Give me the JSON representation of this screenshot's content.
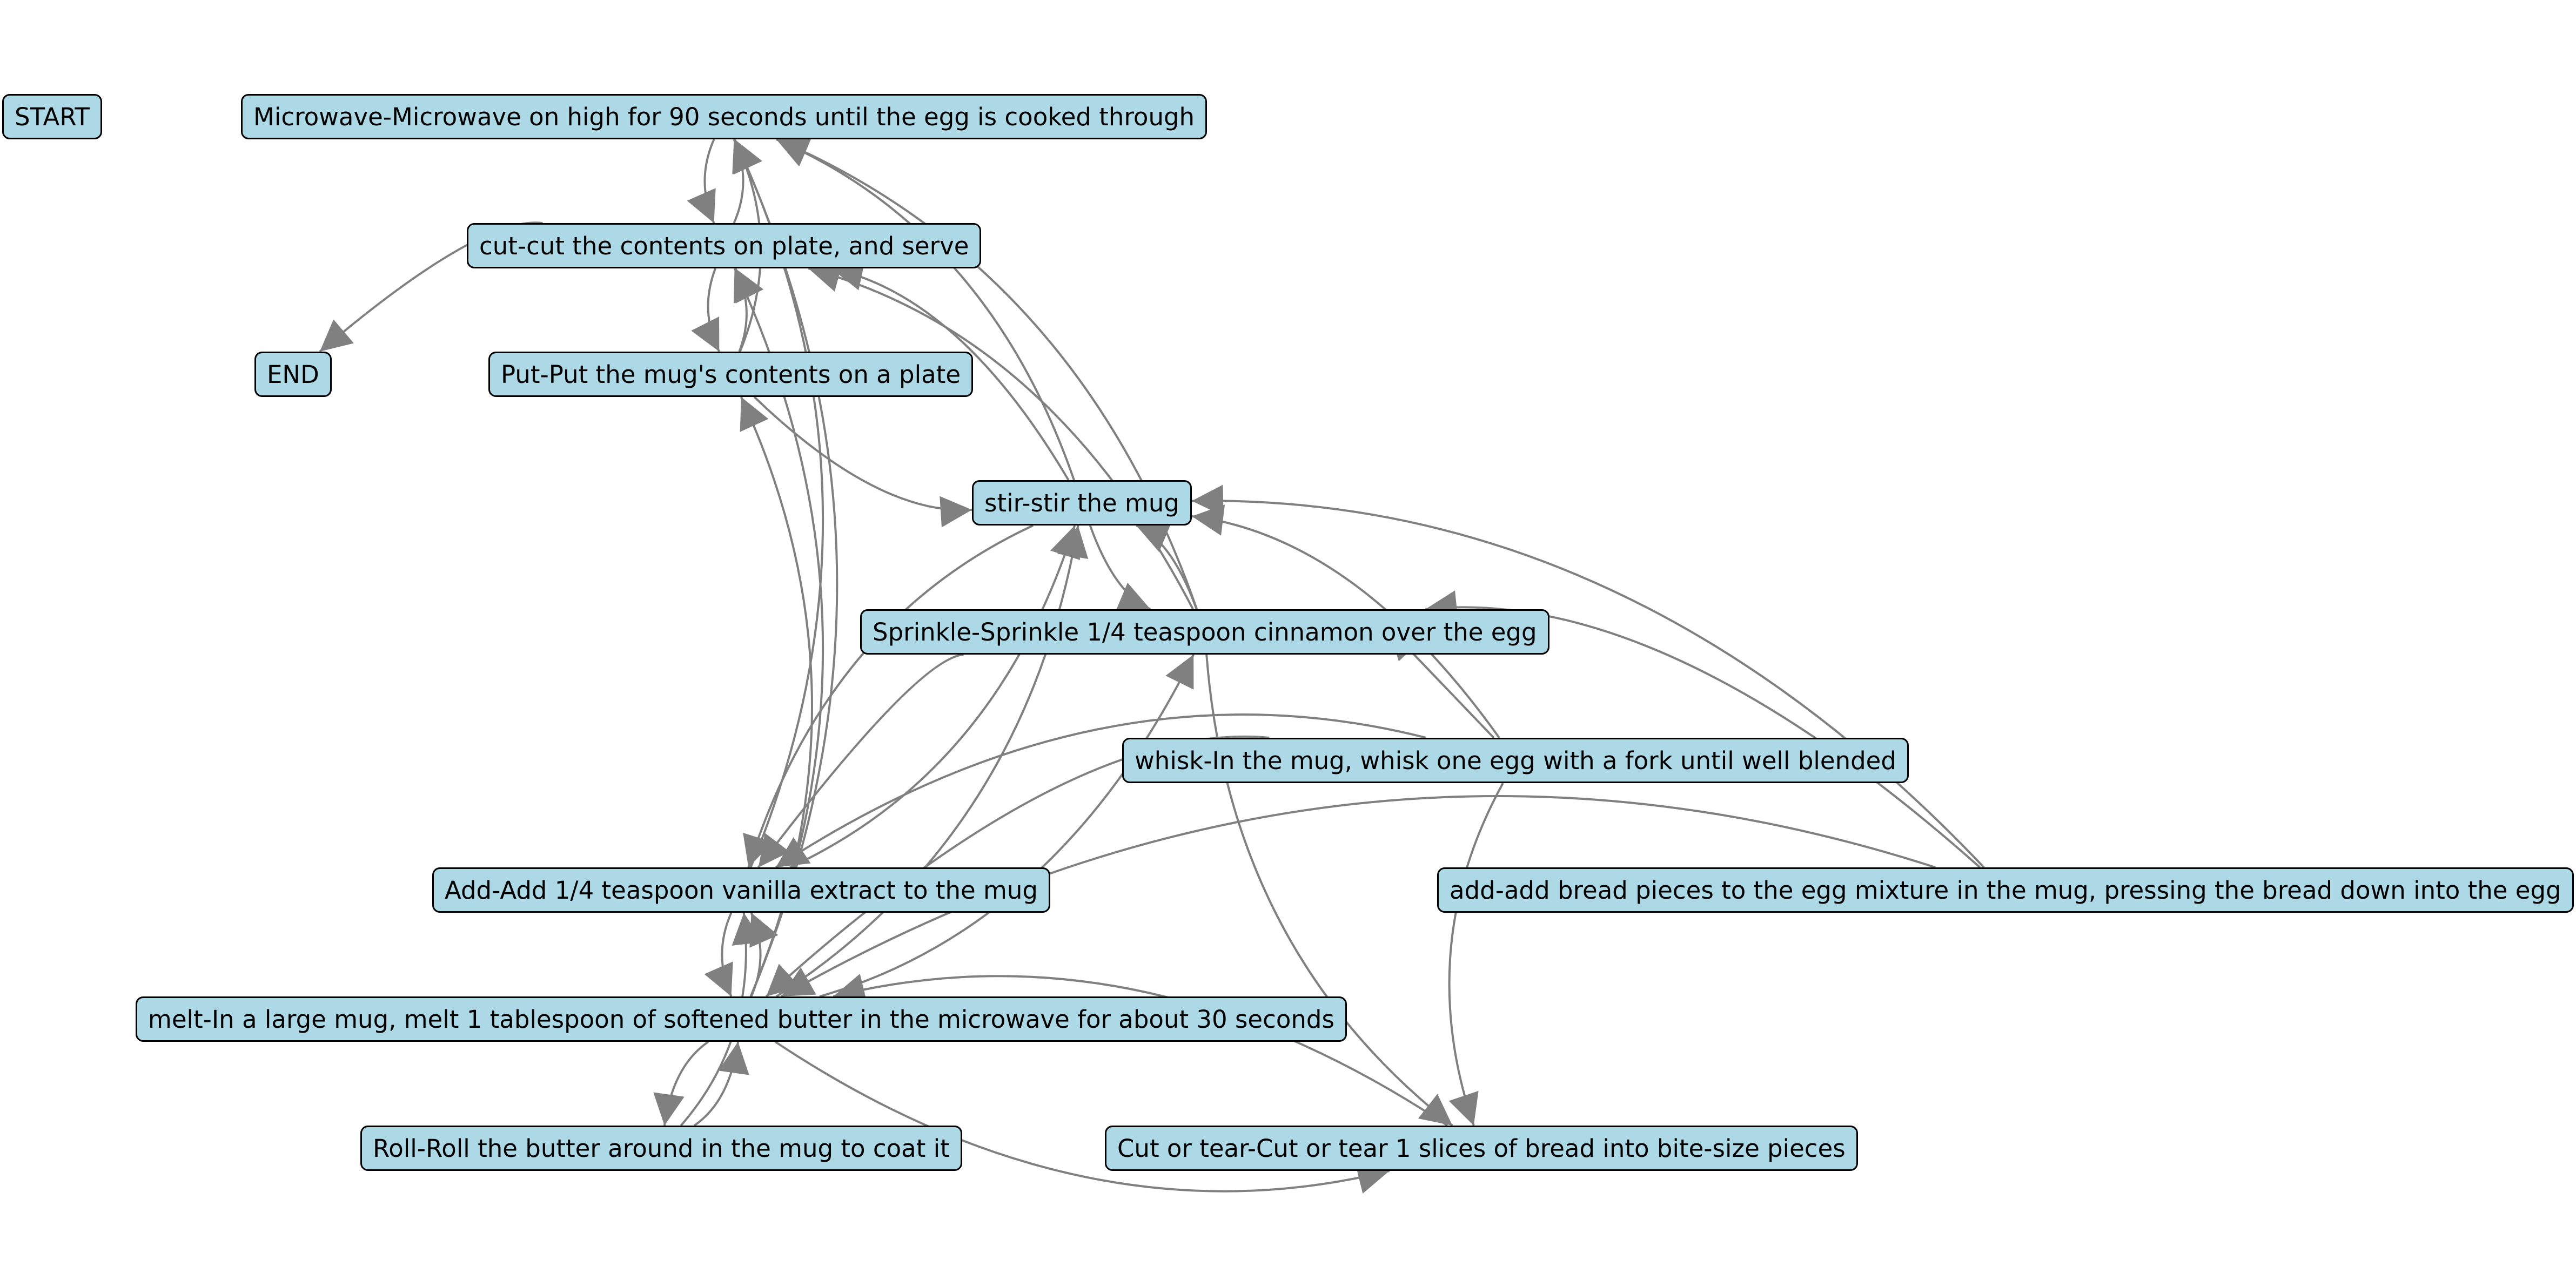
{
  "nodes": {
    "start": "START",
    "end": "END",
    "microwave": "Microwave-Microwave on high for 90 seconds until the egg is cooked through",
    "cut": "cut-cut the contents on plate, and serve",
    "put": "Put-Put the mug's contents on a plate",
    "stir": "stir-stir the mug",
    "sprinkle": "Sprinkle-Sprinkle 1/4 teaspoon cinnamon over the egg",
    "whisk": "whisk-In the mug, whisk one egg with a fork until well blended",
    "add_vanilla": "Add-Add 1/4 teaspoon vanilla extract to the mug",
    "add_bread": "add-add bread pieces to the egg mixture in the mug, pressing the bread down into the egg",
    "melt": "melt-In a large mug, melt 1 tablespoon of softened butter in the microwave for about 30 seconds",
    "roll": "Roll-Roll the butter around in the mug to coat it",
    "cut_tear": "Cut or tear-Cut or tear 1 slices of bread into bite-size pieces"
  },
  "edges": [
    [
      "cut",
      "end"
    ],
    [
      "cut",
      "microwave"
    ],
    [
      "microwave",
      "cut"
    ],
    [
      "put",
      "cut"
    ],
    [
      "cut",
      "put"
    ],
    [
      "put",
      "microwave"
    ],
    [
      "stir",
      "microwave"
    ],
    [
      "sprinkle",
      "microwave"
    ],
    [
      "stir",
      "cut"
    ],
    [
      "sprinkle",
      "cut"
    ],
    [
      "put",
      "stir"
    ],
    [
      "whisk",
      "stir"
    ],
    [
      "sprinkle",
      "stir"
    ],
    [
      "stir",
      "sprinkle"
    ],
    [
      "add_bread",
      "stir"
    ],
    [
      "add_bread",
      "sprinkle"
    ],
    [
      "whisk",
      "sprinkle"
    ],
    [
      "sprinkle",
      "add_vanilla"
    ],
    [
      "stir",
      "add_vanilla"
    ],
    [
      "add_vanilla",
      "stir"
    ],
    [
      "whisk",
      "add_vanilla"
    ],
    [
      "add_vanilla",
      "microwave"
    ],
    [
      "add_vanilla",
      "melt"
    ],
    [
      "melt",
      "add_vanilla"
    ],
    [
      "melt",
      "microwave"
    ],
    [
      "melt",
      "cut"
    ],
    [
      "melt",
      "put"
    ],
    [
      "melt",
      "stir"
    ],
    [
      "melt",
      "sprinkle"
    ],
    [
      "melt",
      "roll"
    ],
    [
      "roll",
      "melt"
    ],
    [
      "melt",
      "cut_tear"
    ],
    [
      "whisk",
      "cut_tear"
    ],
    [
      "sprinkle",
      "cut_tear"
    ],
    [
      "cut_tear",
      "melt"
    ],
    [
      "roll",
      "add_vanilla"
    ],
    [
      "add_bread",
      "melt"
    ],
    [
      "whisk",
      "melt"
    ]
  ]
}
